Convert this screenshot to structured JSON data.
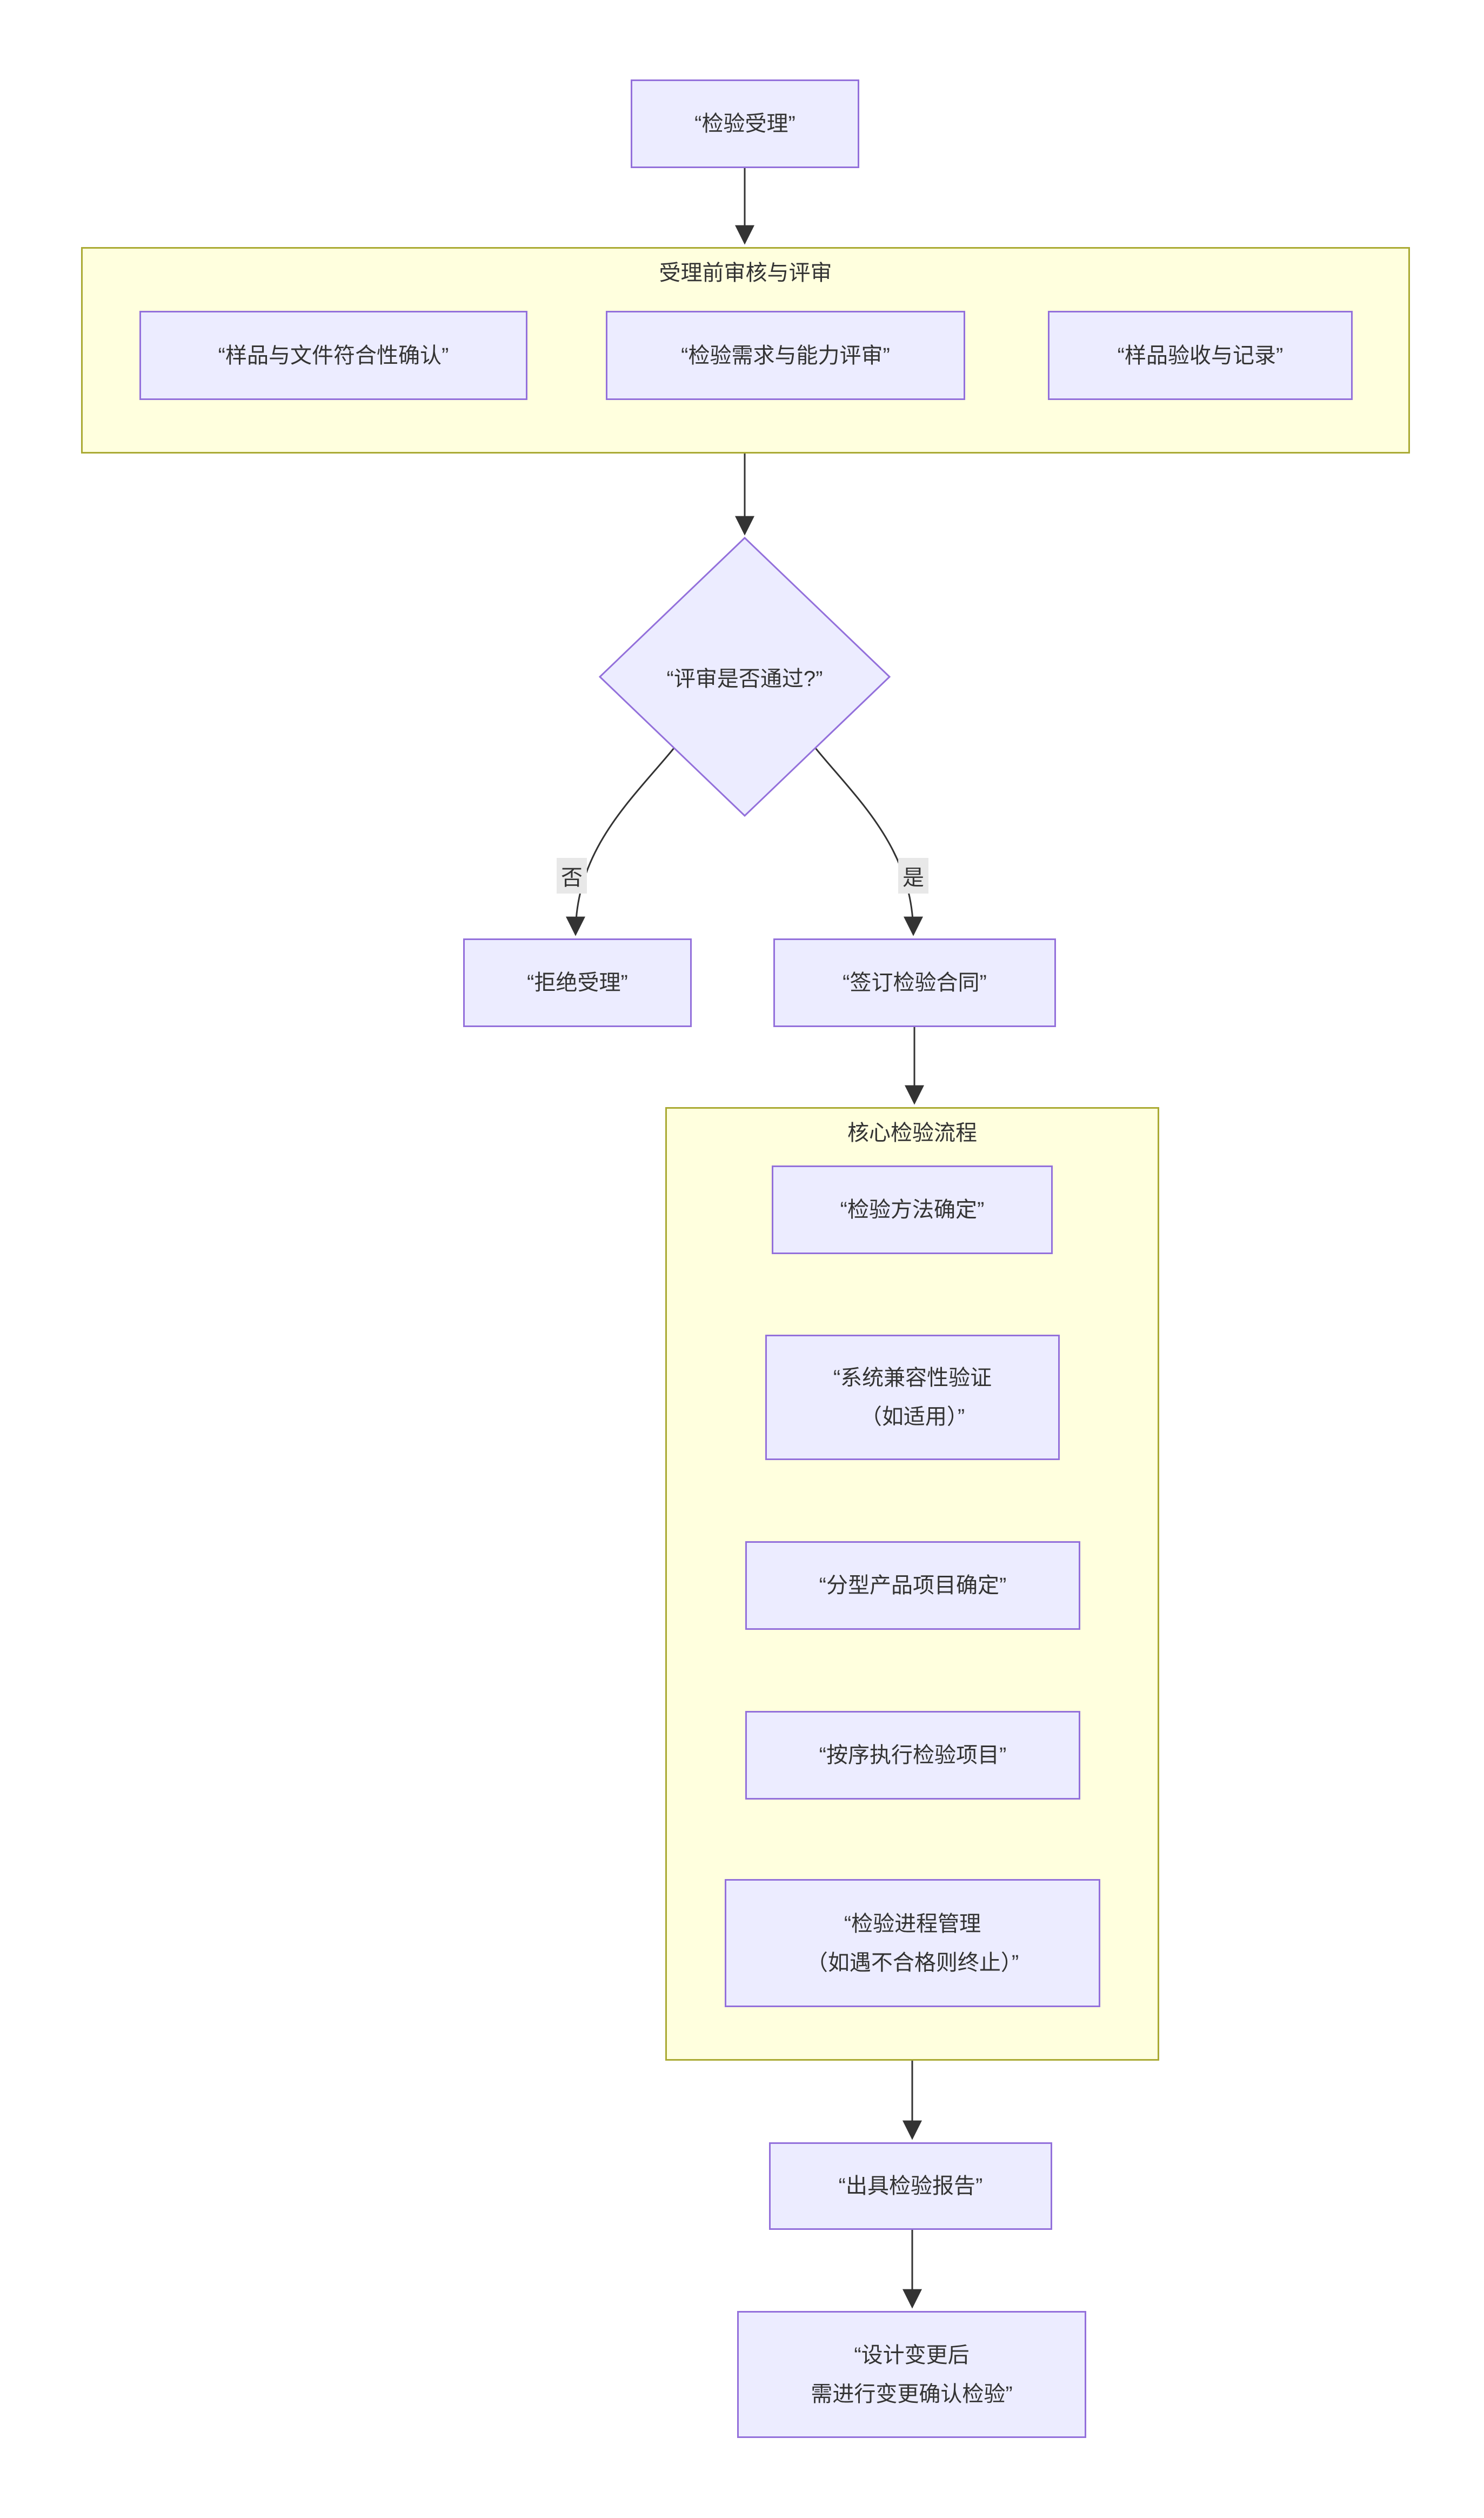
{
  "flowchart": {
    "start": {
      "label": "“检验受理”"
    },
    "cluster_pre": {
      "title": "受理前审核与评审",
      "boxes": [
        {
          "label": "“样品与文件符合性确认”"
        },
        {
          "label": "“检验需求与能力评审”"
        },
        {
          "label": "“样品验收与记录”"
        }
      ]
    },
    "decision": {
      "label": "“评审是否通过?”"
    },
    "branch_labels": {
      "no": "否",
      "yes": "是"
    },
    "reject": {
      "label": "“拒绝受理”"
    },
    "contract": {
      "label": "“签订检验合同”"
    },
    "cluster_core": {
      "title": "核心检验流程",
      "steps": [
        {
          "lines": [
            "“检验方法确定”"
          ]
        },
        {
          "lines": [
            "“系统兼容性验证",
            "（如适用）”"
          ]
        },
        {
          "lines": [
            "“分型产品项目确定”"
          ]
        },
        {
          "lines": [
            "“按序执行检验项目”"
          ]
        },
        {
          "lines": [
            "“检验进程管理",
            "（如遇不合格则终止）”"
          ]
        }
      ]
    },
    "report": {
      "label": "“出具检验报告”"
    },
    "change": {
      "lines": [
        "“设计变更后",
        "需进行变更确认检验”"
      ]
    }
  },
  "colors": {
    "node_fill": "#ECECFF",
    "node_border": "#9370DB",
    "cluster_fill": "#FFFFDE",
    "cluster_border": "#AAAA33",
    "edge": "#333333",
    "edge_label_bg": "#E8E8E8",
    "text": "#333333",
    "background": "#FFFFFF"
  }
}
